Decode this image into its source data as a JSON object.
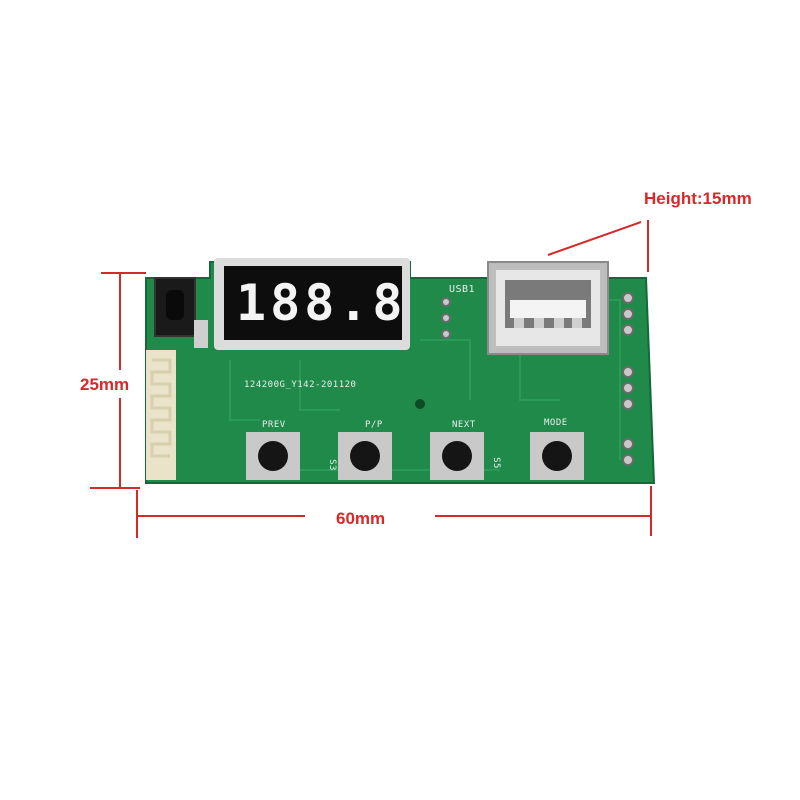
{
  "dimensions": {
    "height": "Height:15mm",
    "width_side": "25mm",
    "length": "60mm"
  },
  "board": {
    "part_number": "124200G_Y142-201120",
    "usb_label": "USB1",
    "display_digits": "188.8",
    "buttons": [
      {
        "label": "PREV"
      },
      {
        "label": "P/P"
      },
      {
        "label": "NEXT"
      },
      {
        "label": "MODE"
      }
    ],
    "switch_ids": [
      "S3",
      "S5"
    ]
  },
  "colors": {
    "dimension_red": "#d42a2a",
    "pcb_green": "#1f8a4a",
    "silkscreen": "#e8efe8"
  }
}
